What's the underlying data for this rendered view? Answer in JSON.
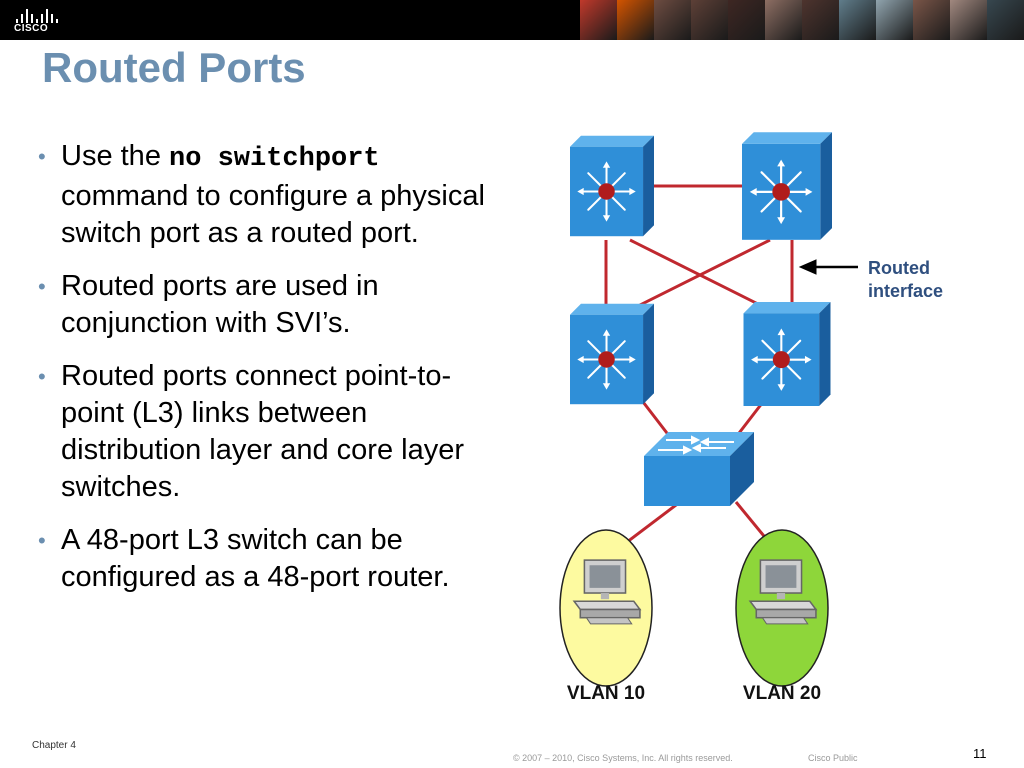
{
  "header": {
    "logo_text": "CISCO",
    "photo_colors": [
      "#c0392b",
      "#d35400",
      "#6d4c41",
      "#5d4037",
      "#3e2723",
      "#8d6e63",
      "#4e342e",
      "#607d8b",
      "#90a4ae",
      "#795548",
      "#a1887f",
      "#37474f"
    ]
  },
  "title": "Routed Ports",
  "bullets": [
    {
      "pre": "Use the ",
      "code": "no switchport",
      "post": " command to configure a physical switch port as a routed port."
    },
    {
      "text": "Routed ports are used in conjunction with SVI’s."
    },
    {
      "text": "Routed ports connect point-to-point (L3) links between distribution layer and core layer switches."
    },
    {
      "text": "A 48-port L3 switch can be configured as a 48-port router."
    }
  ],
  "diagram": {
    "callout_line1": "Routed",
    "callout_line2": "interface",
    "vlan1_label": "VLAN 10",
    "vlan2_label": "VLAN 20",
    "colors": {
      "link": "#c0282f",
      "switch_face": "#2f8fd8",
      "switch_side": "#1a5e9e",
      "switch_top": "#5fb2ec",
      "router_red": "#b01c1c",
      "vlan10": "#fdfaa0",
      "vlan20": "#8ed63a",
      "callout_text": "#2f4f7f"
    }
  },
  "footer": {
    "chapter": "Chapter 4",
    "copyright": "© 2007 – 2010, Cisco Systems, Inc. All rights reserved.",
    "classification": "Cisco Public",
    "page": "11"
  }
}
